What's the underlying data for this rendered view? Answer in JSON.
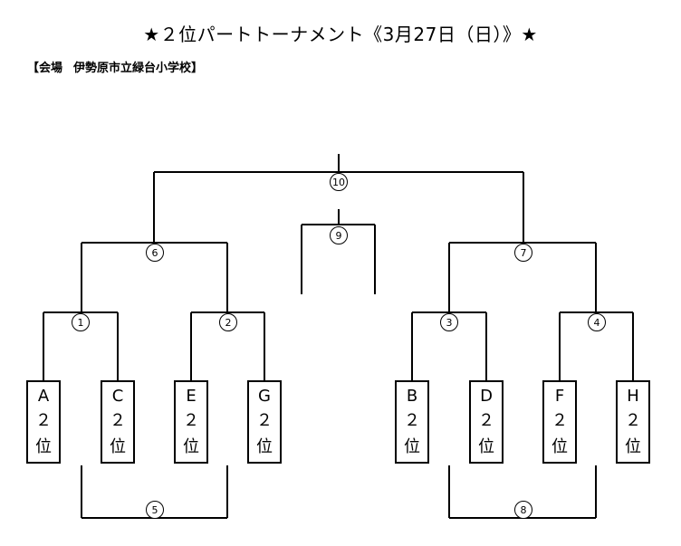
{
  "header": {
    "title": "★２位パートトーナメント《3月27日（日）》★",
    "venue_label": "【会場",
    "venue_name": "伊勢原市立緑台小学校】"
  },
  "teams": [
    {
      "letter": "A",
      "rank": "２",
      "suffix": "位"
    },
    {
      "letter": "C",
      "rank": "２",
      "suffix": "位"
    },
    {
      "letter": "E",
      "rank": "２",
      "suffix": "位"
    },
    {
      "letter": "G",
      "rank": "２",
      "suffix": "位"
    },
    {
      "letter": "B",
      "rank": "２",
      "suffix": "位"
    },
    {
      "letter": "D",
      "rank": "２",
      "suffix": "位"
    },
    {
      "letter": "F",
      "rank": "２",
      "suffix": "位"
    },
    {
      "letter": "H",
      "rank": "２",
      "suffix": "位"
    }
  ],
  "matches": {
    "m1": "1",
    "m2": "2",
    "m3": "3",
    "m4": "4",
    "m5": "5",
    "m6": "6",
    "m7": "7",
    "m8": "8",
    "m9": "9",
    "m10": "10"
  }
}
